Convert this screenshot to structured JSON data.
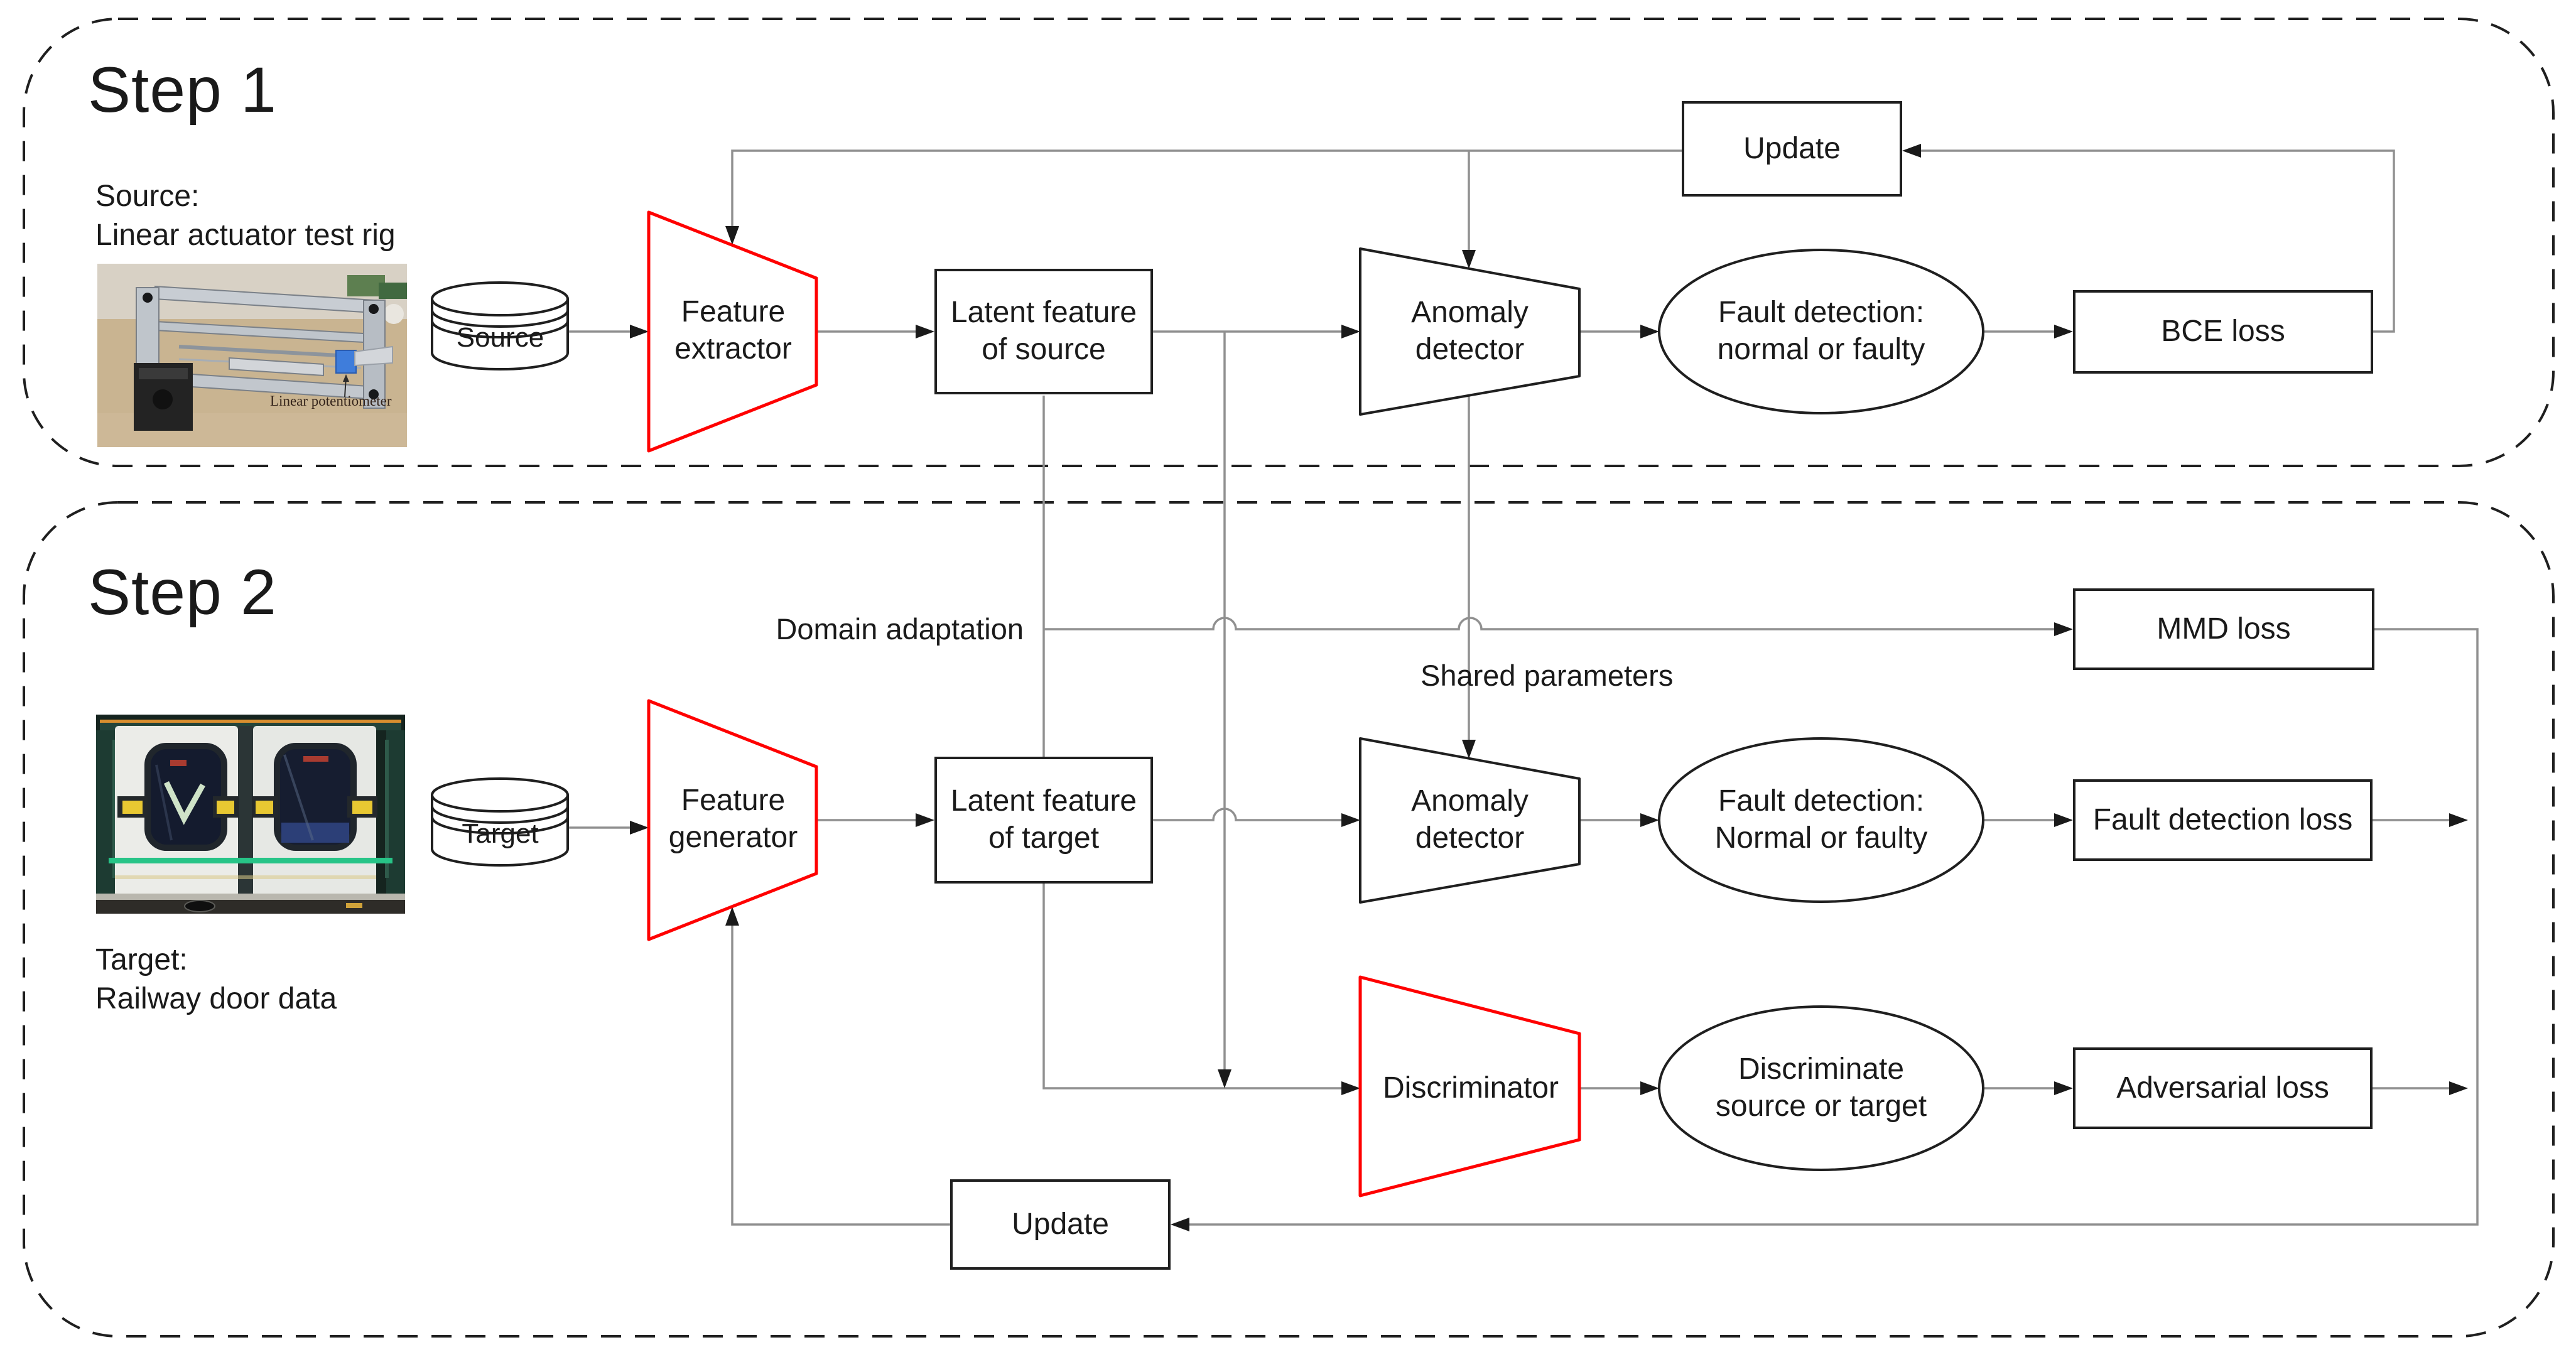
{
  "figure": {
    "background": "#ffffff",
    "accent_red": "#ff0000",
    "line_gray": "#909090",
    "shape_black": "#1f1f1f"
  },
  "step1": {
    "title": "Step 1",
    "source_caption": "Source:\nLinear actuator test rig",
    "photo_annotation": "Linear potentiometer",
    "database_label": "Source",
    "feature_extractor_label": "Feature\nextractor",
    "latent_label": "Latent feature\nof source",
    "anomaly_label": "Anomaly\ndetector",
    "fault_label": "Fault detection:\nnormal or faulty",
    "bce_label": "BCE loss",
    "update_label": "Update"
  },
  "step2": {
    "title": "Step 2",
    "target_caption": "Target:\nRailway door data",
    "database_label": "Target",
    "domain_adaptation_label": "Domain adaptation",
    "shared_parameters_label": "Shared parameters",
    "feature_generator_label": "Feature\ngenerator",
    "latent_label": "Latent feature\nof target",
    "anomaly_label": "Anomaly\ndetector",
    "fault_label": "Fault detection:\nNormal or faulty",
    "fault_loss_label": "Fault detection loss",
    "mmd_label": "MMD loss",
    "discriminator_label": "Discriminator",
    "discriminate_label": "Discriminate\nsource or target",
    "adversarial_label": "Adversarial loss",
    "update_label": "Update"
  }
}
